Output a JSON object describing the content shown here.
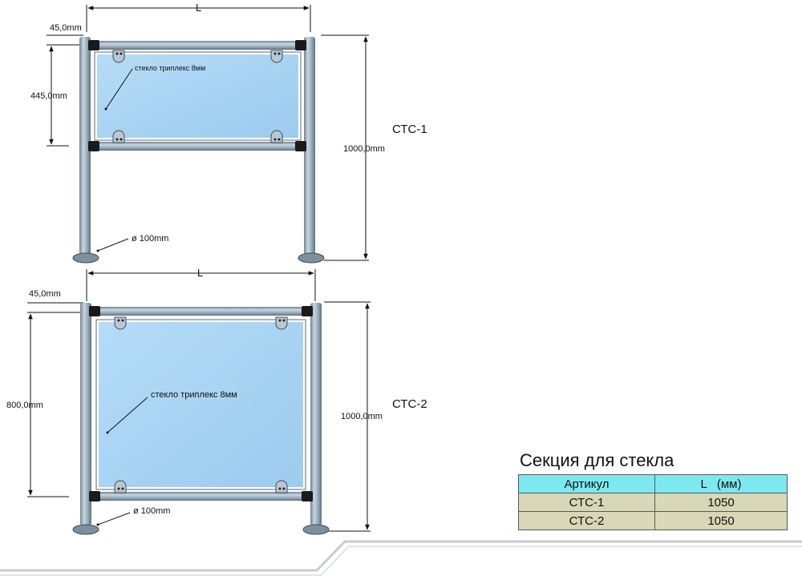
{
  "sections": [
    {
      "id": "CTC-1",
      "label": "СТС-1",
      "width_label": "L",
      "top_offset_label": "45,0mm",
      "glass_height_label": "445,0mm",
      "total_height_label": "1000,0mm",
      "glass_note": "стекло триплекс 8мм",
      "base_label": "ø 100mm"
    },
    {
      "id": "CTC-2",
      "label": "СТС-2",
      "width_label": "L",
      "top_offset_label": "45,0mm",
      "glass_height_label": "800,0mm",
      "total_height_label": "1000,0mm",
      "glass_note": "стекло триплекс 8мм",
      "base_label": "ø 100mm"
    }
  ],
  "table": {
    "title": "Секция для стекла",
    "headers": [
      "Артикул",
      "L   (мм)"
    ],
    "rows": [
      [
        "СТС-1",
        "1050"
      ],
      [
        "СТС-2",
        "1050"
      ]
    ]
  },
  "colors": {
    "glass": "#a8d4f4",
    "tube": "#9fb3c3",
    "connector": "#1a1a1a",
    "header_bg": "#7de8ef",
    "row_bg": "#d8d7b6"
  }
}
